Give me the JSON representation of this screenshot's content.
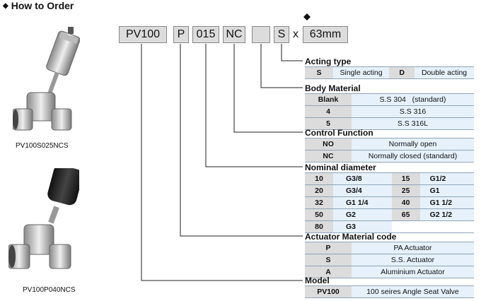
{
  "title": "How to Order",
  "code": {
    "base": "PV100",
    "actuator": "P",
    "diameter": "015",
    "control": "NC",
    "blank": "",
    "acting": "S",
    "times": "x",
    "stroke": "63mm"
  },
  "captions": {
    "valve1": "PV100S025NCS",
    "valve2": "PV100P040NCS"
  },
  "acting": {
    "heading": "Acting type",
    "rows": [
      [
        "S",
        "Single acting",
        "D",
        "Double acting"
      ]
    ]
  },
  "body": {
    "heading": "Body Material",
    "rows": [
      [
        "Blank",
        "S.S 304   (standard)"
      ],
      [
        "4",
        "S.S 316"
      ],
      [
        "5",
        "S.S 316L"
      ]
    ]
  },
  "control": {
    "heading": "Control Function",
    "rows": [
      [
        "NO",
        "Normally open"
      ],
      [
        "NC",
        "Normally closed (standard)"
      ]
    ]
  },
  "diameter": {
    "heading": "Nominal diameter",
    "rows": [
      [
        "10",
        "G3/8",
        "15",
        "G1/2"
      ],
      [
        "20",
        "G3/4",
        "25",
        "G1"
      ],
      [
        "32",
        "G1 1/4",
        "40",
        "G1 1/2"
      ],
      [
        "50",
        "G2",
        "65",
        "G2 1/2"
      ],
      [
        "80",
        "G3",
        "",
        ""
      ]
    ]
  },
  "actuator": {
    "heading": "Actuator Material code",
    "rows": [
      [
        "P",
        "PA Actuator"
      ],
      [
        "S",
        "S.S. Actuator"
      ],
      [
        "A",
        "Aluminium Actuator"
      ]
    ]
  },
  "model": {
    "heading": "Model",
    "rows": [
      [
        "PV100",
        "100 seires Angle Seat Valve"
      ]
    ]
  }
}
